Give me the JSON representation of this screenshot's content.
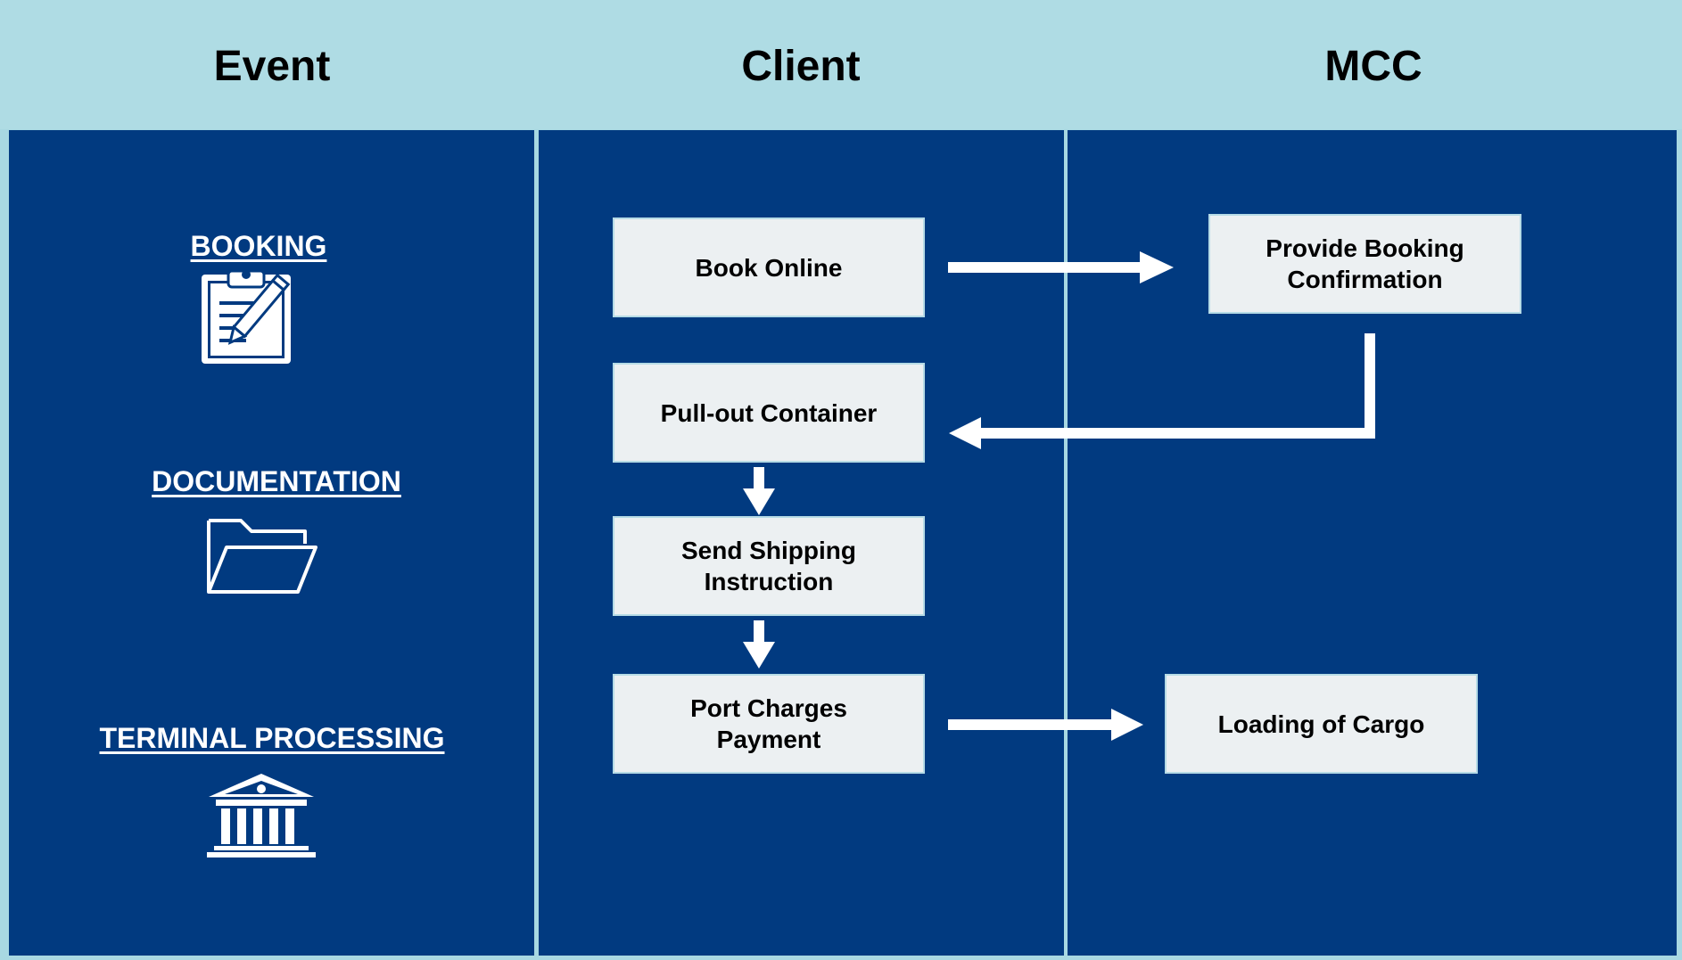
{
  "columns": {
    "event": "Event",
    "client": "Client",
    "mcc": "MCC"
  },
  "events": [
    {
      "label": "BOOKING",
      "icon": "clipboard-pencil-icon"
    },
    {
      "label": "DOCUMENTATION",
      "icon": "folder-icon"
    },
    {
      "label": "TERMINAL PROCESSING",
      "icon": "building-icon"
    }
  ],
  "client_steps": [
    "Book Online",
    "Pull-out Container",
    "Send Shipping Instruction",
    "Port Charges Payment"
  ],
  "mcc_steps": [
    "Provide Booking Confirmation",
    "Loading of Cargo"
  ],
  "colors": {
    "header_bg": "#afdce4",
    "lane_bg": "#013a80",
    "box_bg": "#ecf0f2",
    "box_border": "#b6dbe6",
    "arrow": "#ffffff"
  }
}
